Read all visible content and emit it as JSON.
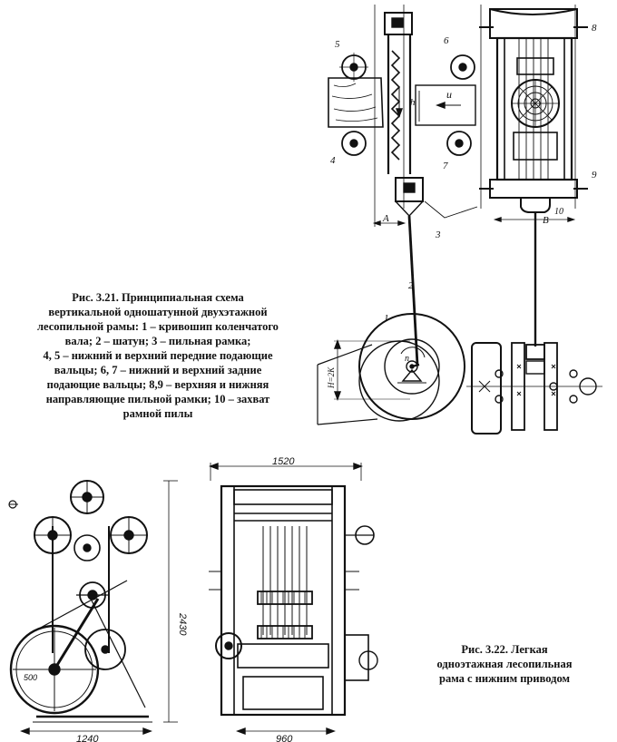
{
  "caption_321": {
    "lines": [
      "Рис. 3.21. Принципиальная схема",
      "вертикальной одношатунной двухэтажной",
      "лесопильной рамы: 1 – кривошип коленчатого",
      "вала; 2 – шатун;  3 – пильная рамка;",
      "4, 5 – нижний и верхний передние подающие",
      "вальцы; 6, 7 – нижний и верхний задние",
      "подающие вальцы; 8,9 – верхняя и нижняя",
      "направляющие пильной рамки; 10 – захват",
      "рамной пилы"
    ]
  },
  "caption_322": {
    "lines": [
      "Рис. 3.22. Легкая",
      "одноэтажная лесопильная",
      "рама с нижним приводом"
    ]
  },
  "diagram_321_labels": {
    "n1": "1",
    "n2": "2",
    "n3": "3",
    "n4": "4",
    "n5": "5",
    "n6": "6",
    "n7": "7",
    "n8": "8",
    "n9": "9",
    "n10": "10",
    "h": "h",
    "u": "u",
    "A": "A",
    "B": "B",
    "n": "n",
    "H2K": "H=2K"
  },
  "diagram_322_dims": {
    "w1520": "1520",
    "h2430": "2430",
    "w1240": "1240",
    "w960": "960",
    "d500": "500"
  }
}
